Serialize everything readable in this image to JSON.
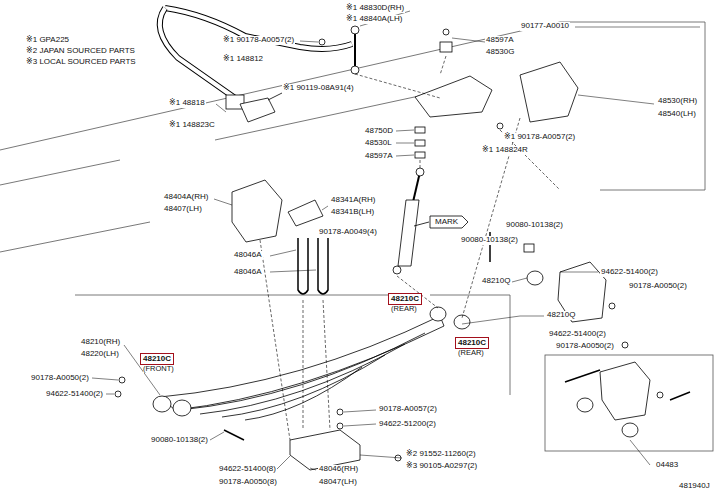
{
  "diagram": {
    "nodes": [
      {
        "text": [
          "48210C",
          "(REAR)"
        ]
      },
      {
        "text": [
          "48210C",
          "(REAR)"
        ]
      },
      {
        "text": [
          "48210C",
          "(FRONT)"
        ]
      }
    ],
    "labels": [
      "※1 GPA225",
      "※2 JAPAN SOURCED PARTS",
      "※3 LOCAL SOURCED PARTS",
      "※1 48830D(RH)",
      "※1 48840A(LH)",
      "※1 90178-A0057(2)",
      "90177-A0010",
      "48597A",
      "48530G",
      "※1 148812",
      "※1 90119-08A91(4)",
      "※1 48818",
      "48530(RH)",
      "48540(LH)",
      "※1 148823C",
      "48750D",
      "※1 90178-A0057(2)",
      "48530L",
      "※1 148824R",
      "48597A",
      "48404A(RH)",
      "48341A(RH)",
      "48407(LH)",
      "48341B(LH)",
      "MARK",
      "90080-10138(2)",
      "90178-A0049(4)",
      "90080-10138(2)",
      "48046A",
      "48046A",
      "94622-51400(2)",
      "48210Q",
      "90178-A0050(2)",
      "48210Q",
      "94622-51400(2)",
      "48210(RH)",
      "90178-A0050(2)",
      "48220(LH)",
      "90178-A0050(2)",
      "94622-51400(2)",
      "90178-A0057(2)",
      "94622-51200(2)",
      "90080-10138(2)",
      "※2 91552-11260(2)",
      "※3 90105-A0297(2)",
      "94622-51400(8)",
      "48046(RH)",
      "04483",
      "90178-A0050(8)",
      "48047(LH)",
      "481940J"
    ]
  }
}
